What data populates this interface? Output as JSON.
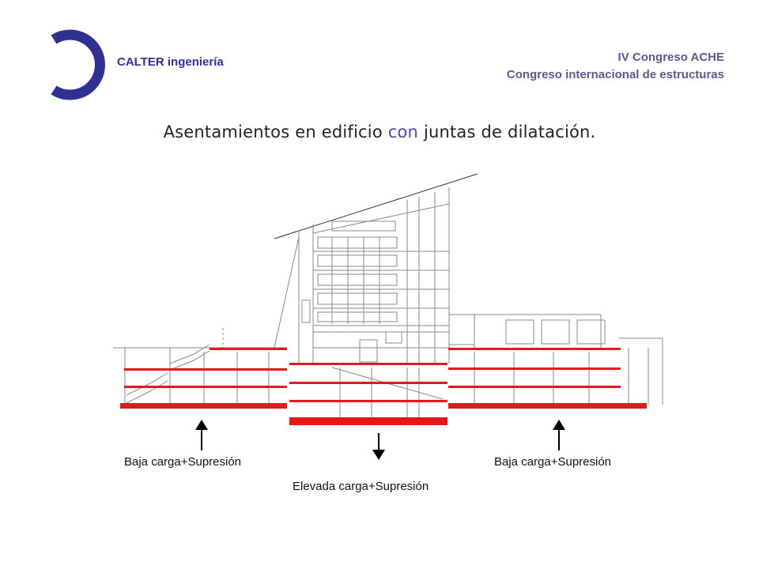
{
  "header": {
    "brand": "CALTER ingeniería",
    "conference_line1": "IV Congreso ACHE",
    "conference_line2": "Congreso internacional de estructuras"
  },
  "title": {
    "part1": "Asentamientos en edificio ",
    "highlight": "con",
    "part2": " juntas de dilatación."
  },
  "labels": {
    "left": "Baja carga+Supresión",
    "center": "Elevada carga+Supresión",
    "right": "Baja carga+Supresión"
  },
  "colors": {
    "accent": "#2e3192",
    "slab": "#e41a1a",
    "drawing": "#8a8a8a"
  }
}
